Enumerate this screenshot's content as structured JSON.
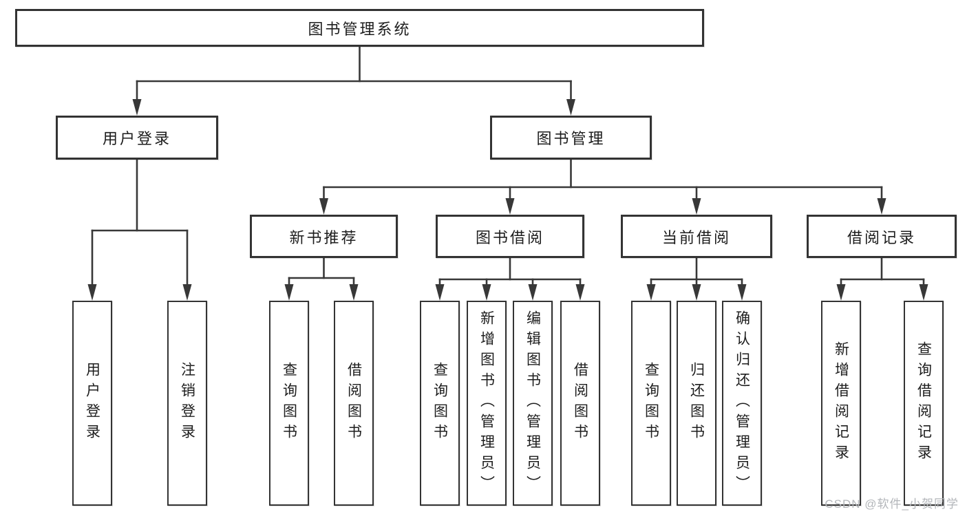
{
  "diagram": {
    "root_label": "图书管理系统",
    "level2": [
      {
        "label": "用户登录",
        "children": [
          "用户登录",
          "注销登录"
        ]
      },
      {
        "label": "图书管理"
      }
    ],
    "level3": [
      {
        "label": "新书推荐",
        "children": [
          "查询图书",
          "借阅图书"
        ]
      },
      {
        "label": "图书借阅",
        "children": [
          "查询图书",
          "新增图书（管理员）",
          "编辑图书（管理员）",
          "借阅图书"
        ]
      },
      {
        "label": "当前借阅",
        "children": [
          "查询图书",
          "归还图书",
          "确认归还（管理员）"
        ]
      },
      {
        "label": "借阅记录",
        "children": [
          "新增借阅记录",
          "查询借阅记录"
        ]
      }
    ],
    "colors": {
      "line": "#383838",
      "text": "#1d1d1d",
      "watermark": "#b3b6ba"
    }
  },
  "watermark": {
    "text": "CSDN @软件_小贺同学"
  }
}
